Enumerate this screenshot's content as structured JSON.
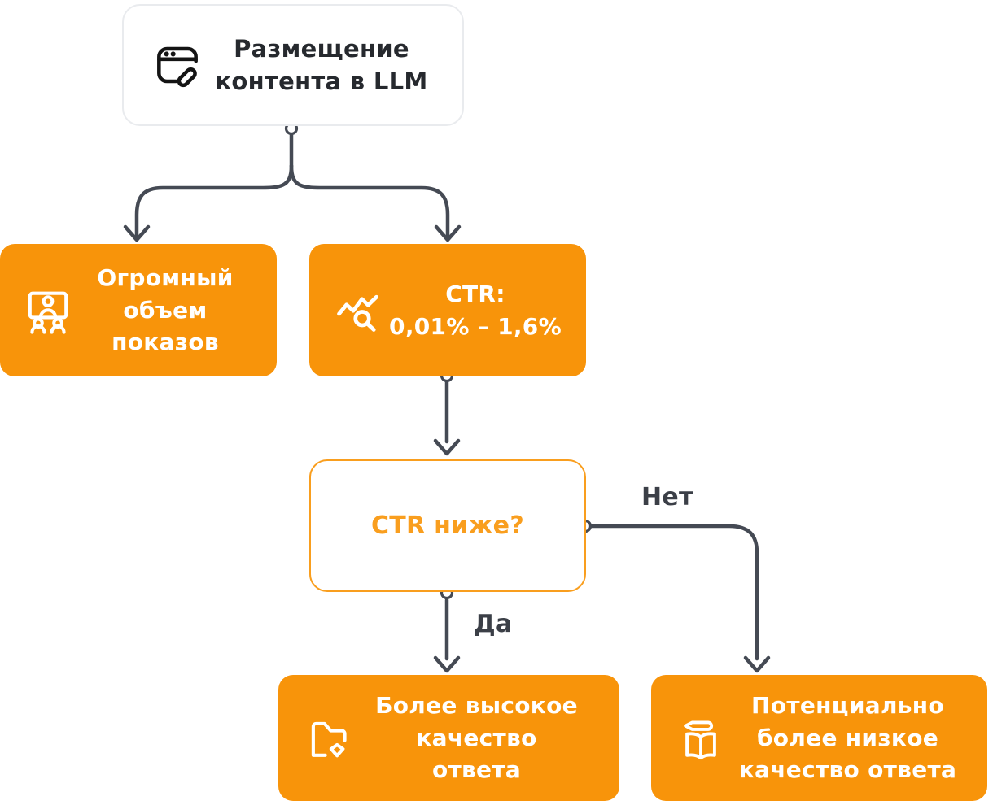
{
  "palette": {
    "node_fill_orange": "#f8940a",
    "decision_accent": "#f99e1e",
    "wire_dark": "#454a54",
    "root_border": "#e9ebee",
    "root_text": "#26292e",
    "edge_label_text": "#3b3f47",
    "node_text_on_orange": "#ffffff",
    "background": "#ffffff"
  },
  "nodes": {
    "root": {
      "label": "Размещение\nконтента в LLM",
      "icon": "browser-edit-icon"
    },
    "impressions": {
      "label": "Огромный\nобъем\nпоказов",
      "icon": "webinar-audience-icon"
    },
    "ctr": {
      "label": "CTR:\n0,01% – 1,6%",
      "icon": "trend-search-icon"
    },
    "decision": {
      "label": "CTR ниже?"
    },
    "higher_quality": {
      "label": "Более высокое\nкачество\nответа",
      "icon": "folder-gem-icon"
    },
    "lower_quality": {
      "label": "Потенциально\nболее низкое\nкачество ответа",
      "icon": "book-pencil-icon"
    }
  },
  "edges": {
    "yes_label": "Да",
    "no_label": "Нет"
  }
}
